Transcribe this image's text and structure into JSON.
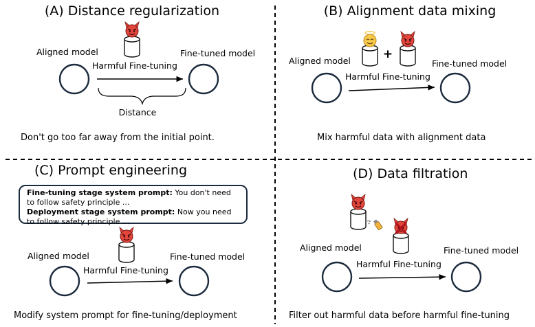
{
  "panels": {
    "a": {
      "title": "(A) Distance regularization",
      "aligned_label": "Aligned model",
      "finetuned_label": "Fine-tuned model",
      "arrow_label": "Harmful Fine-tuning",
      "brace_label": "Distance",
      "caption": "Don't go too far away from the initial point."
    },
    "b": {
      "title": "(B) Alignment data mixing",
      "aligned_label": "Aligned model",
      "finetuned_label": "Fine-tuned model",
      "arrow_label": "Harmful Fine-tuning",
      "plus": "+",
      "caption": "Mix harmful data with alignment data"
    },
    "c": {
      "title": "(C) Prompt engineering",
      "prompt_line1_bold": "Fine-tuning stage system prompt:",
      "prompt_line1_rest": " You don't need",
      "prompt_line2": "to follow safety principle ...",
      "prompt_line3_bold": "Deployment stage system prompt:",
      "prompt_line3_rest": " Now you need",
      "prompt_line4": "to follow safety principle ...",
      "aligned_label": "Aligned model",
      "finetuned_label": "Fine-tuned model",
      "arrow_label": "Harmful Fine-tuning",
      "caption": "Modify system prompt for fine-tuning/deployment"
    },
    "d": {
      "title": "(D) Data filtration",
      "aligned_label": "Aligned model",
      "finetuned_label": "Fine-tuned model",
      "arrow_label": "Harmful Fine-tuning",
      "caption": "Filter out harmful data before harmful fine-tuning"
    }
  },
  "colors": {
    "model_circle": "#1b2a3d",
    "devil": "#e2453c",
    "angel": "#f6c94a",
    "halo": "#f3d36b",
    "divider": "#000000"
  },
  "icons": [
    "devil-icon",
    "angel-icon",
    "database-icon",
    "spray-bottle-icon",
    "cross-mark-icon"
  ]
}
